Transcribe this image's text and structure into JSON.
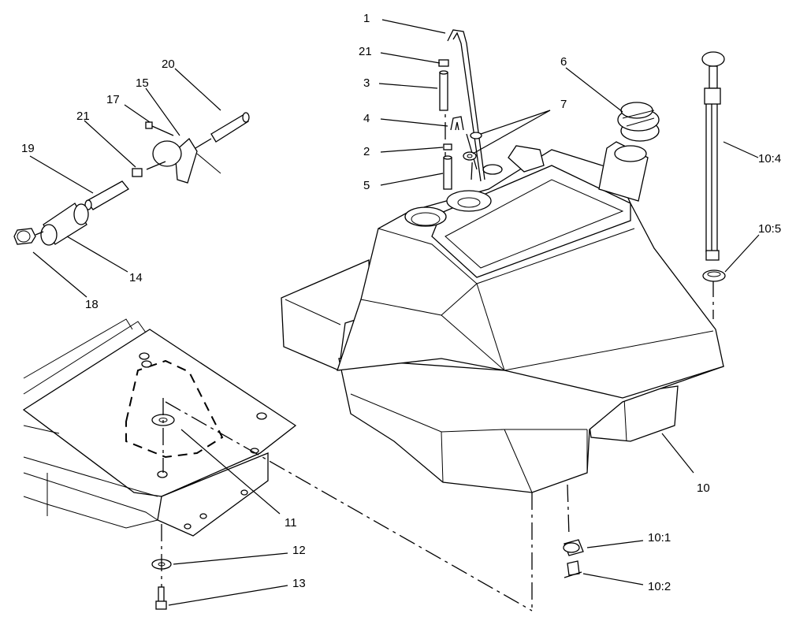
{
  "callouts": [
    {
      "id": "c1",
      "label": "1"
    },
    {
      "id": "c21a",
      "label": "21"
    },
    {
      "id": "c3",
      "label": "3"
    },
    {
      "id": "c4",
      "label": "4"
    },
    {
      "id": "c2",
      "label": "2"
    },
    {
      "id": "c5",
      "label": "5"
    },
    {
      "id": "c6",
      "label": "6"
    },
    {
      "id": "c7",
      "label": "7"
    },
    {
      "id": "c10_4",
      "label": "10:4"
    },
    {
      "id": "c10_5",
      "label": "10:5"
    },
    {
      "id": "c10",
      "label": "10"
    },
    {
      "id": "c10_1",
      "label": "10:1"
    },
    {
      "id": "c10_2",
      "label": "10:2"
    },
    {
      "id": "c20",
      "label": "20"
    },
    {
      "id": "c15",
      "label": "15"
    },
    {
      "id": "c17",
      "label": "17"
    },
    {
      "id": "c21b",
      "label": "21"
    },
    {
      "id": "c19",
      "label": "19"
    },
    {
      "id": "c14",
      "label": "14"
    },
    {
      "id": "c18",
      "label": "18"
    },
    {
      "id": "c11",
      "label": "11"
    },
    {
      "id": "c12",
      "label": "12"
    },
    {
      "id": "c13",
      "label": "13"
    }
  ]
}
